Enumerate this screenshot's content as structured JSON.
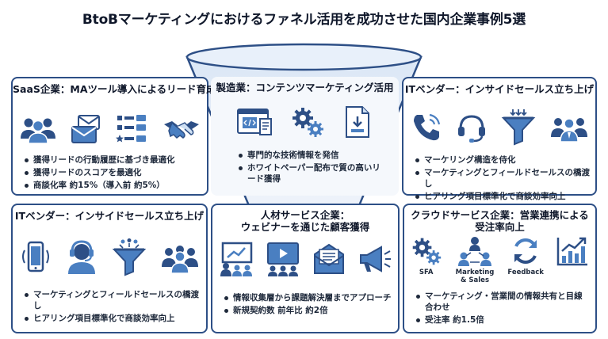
{
  "title": "BtoBマーケティングにおけるファネル活用を成功させた国内企業事例5選",
  "colors": {
    "navy": "#2d4f86",
    "blue": "#4a7fc1",
    "light_blue": "#cfe0f3"
  },
  "panels": {
    "saas": {
      "title": "SaaS企業：MAツール導入によるリード育成",
      "icons": [
        "team-icon",
        "email-icon",
        "scoring-list-icon",
        "handshake-icon"
      ],
      "bullets": [
        "獲得リードの行動履歴に基づき最適化",
        "獲得リードのスコアを最適化",
        "商談化率 約15%（導入前 約5%）"
      ]
    },
    "manufacturing": {
      "title": "製造業：コンテンツマーケティング活用",
      "icons": [
        "code-document-icon",
        "gears-icon",
        "download-document-icon"
      ],
      "bullets": [
        "専門的な技術情報を発信",
        "ホワイトペーパー配布で質の高いリード獲得"
      ]
    },
    "it_top": {
      "title": "ITベンダー：インサイドセールス立ち上げ",
      "icons": [
        "phone-icon",
        "headset-icon",
        "funnel-icon",
        "team-icon"
      ],
      "bullets": [
        "マーケリング構造を侍化",
        "マーケティングとフィールドセールスの橋渡し",
        "ヒアリング項目標準化で商談効率向上"
      ]
    },
    "it_bottom": {
      "title": "ITベンダー：インサイドセールス立ち上げ",
      "icons": [
        "smartphone-icon",
        "headset-person-icon",
        "funnel-icon",
        "team-icon"
      ],
      "bullets": [
        "マーケティングとフィールドセールスの橋渡し",
        "ヒアリング項目標準化で商談効率向上"
      ]
    },
    "hr": {
      "title_line1": "人材サービス企業：",
      "title_line2": "ウェビナーを通じた顧客獲得",
      "icons": [
        "presentation-icon",
        "webinar-icon",
        "email-icon",
        "megaphone-icon"
      ],
      "bullets": [
        "情報収集層から課題解決層までアプローチ",
        "新規契約数 前年比 約2倍"
      ]
    },
    "cloud": {
      "title_line1": "クラウドサービス企業：営業連携による",
      "title_line2": "受注率向上",
      "icons": [
        "gears-icon",
        "people-network-icon",
        "refresh-icon",
        "growth-chart-icon"
      ],
      "captions": [
        "SFA",
        "Marketing & Sales",
        "Feedback",
        ""
      ],
      "bullets": [
        "マーケティング・営業間の情報共有と目線合わせ",
        "受注率 約1.5倍"
      ]
    }
  }
}
